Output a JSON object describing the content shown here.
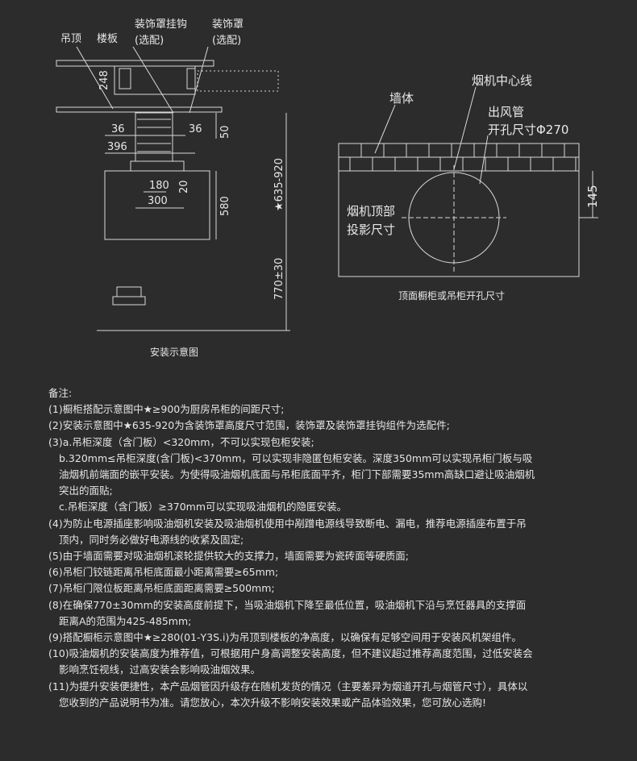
{
  "install_diagram": {
    "caption": "安装示意图",
    "labels": {
      "ceiling": "吊顶",
      "floor_slab": "楼板",
      "hook": "装饰罩挂钩",
      "hook_opt": "(选配)",
      "cover": "装饰罩",
      "cover_opt": "(选配)"
    },
    "dims": {
      "d248": "248",
      "d36a": "36",
      "d36b": "36",
      "d50": "50",
      "d396": "396",
      "d180": "180",
      "d300": "300",
      "d20": "20",
      "d580": "580",
      "d635": "★635-920",
      "d770": "770±30"
    }
  },
  "cutout_diagram": {
    "caption": "顶面橱柜或吊柜开孔尺寸",
    "labels": {
      "center_line": "烟机中心线",
      "wall": "墙体",
      "outlet1": "出风管",
      "outlet2": "开孔尺寸Φ270",
      "proj1": "烟机顶部",
      "proj2": "投影尺寸"
    },
    "dims": {
      "d145": "145"
    }
  },
  "notes": {
    "title": "备注:",
    "lines": [
      {
        "t": "(1)橱柜搭配示意图中★≥900为厨房吊柜的间距尺寸;",
        "i": false
      },
      {
        "t": "(2)安装示意图中★635-920为含装饰罩高度尺寸范围，装饰罩及装饰罩挂钩组件为选配件;",
        "i": false
      },
      {
        "t": "(3)a.吊柜深度（含门板）<320mm，不可以实现包柜安装;",
        "i": false
      },
      {
        "t": "b.320mm≤吊柜深度(含门板)<370mm，可以实现非隐匿包柜安装。深度350mm可以实现吊柜门板与吸",
        "i": true
      },
      {
        "t": "油烟机前端面的嵌平安装。为使得吸油烟机底面与吊柜底面平齐，柜门下部需要35mm高缺口避让吸油烟机",
        "i": true
      },
      {
        "t": "突出的面贴;",
        "i": true
      },
      {
        "t": "c.吊柜深度（含门板）≥370mm可以实现吸油烟机的隐匿安装。",
        "i": true
      },
      {
        "t": "(4)为防止电源插座影响吸油烟机安装及吸油烟机使用中剐蹭电源线导致断电、漏电，推荐电源插座布置于吊",
        "i": false
      },
      {
        "t": "顶内，同时务必做好电源线的收紧及固定;",
        "i": true
      },
      {
        "t": "(5)由于墙面需要对吸油烟机滚轮提供较大的支撑力，墙面需要为瓷砖面等硬质面;",
        "i": false
      },
      {
        "t": "(6)吊柜门铰链距离吊柜底面最小距离需要≥65mm;",
        "i": false
      },
      {
        "t": "(7)吊柜门限位板距离吊柜底面距离需要≥500mm;",
        "i": false
      },
      {
        "t": "(8)在确保770±30mm的安装高度前提下，当吸油烟机下降至最低位置，吸油烟机下沿与烹饪器具的支撑面",
        "i": false
      },
      {
        "t": "距离A的范围为425-485mm;",
        "i": true
      },
      {
        "t": "(9)搭配橱柜示意图中★≥280(01-Y3S.i)为吊顶到楼板的净高度，以确保有足够空间用于安装风机架组件。",
        "i": false
      },
      {
        "t": "(10)吸油烟机的安装高度为推荐值，可根据用户身高调整安装高度，但不建议超过推荐高度范围，过低安装会",
        "i": false
      },
      {
        "t": "影响烹饪视线，过高安装会影响吸油烟效果。",
        "i": true
      },
      {
        "t": "(11)为提升安装便捷性，本产品烟管因升级存在随机发货的情况（主要差异为烟道开孔与烟管尺寸），具体以",
        "i": false
      },
      {
        "t": "您收到的产品说明书为准。请您放心，本次升级不影响安装效果或产品体验效果，您可放心选购!",
        "i": true
      }
    ]
  }
}
